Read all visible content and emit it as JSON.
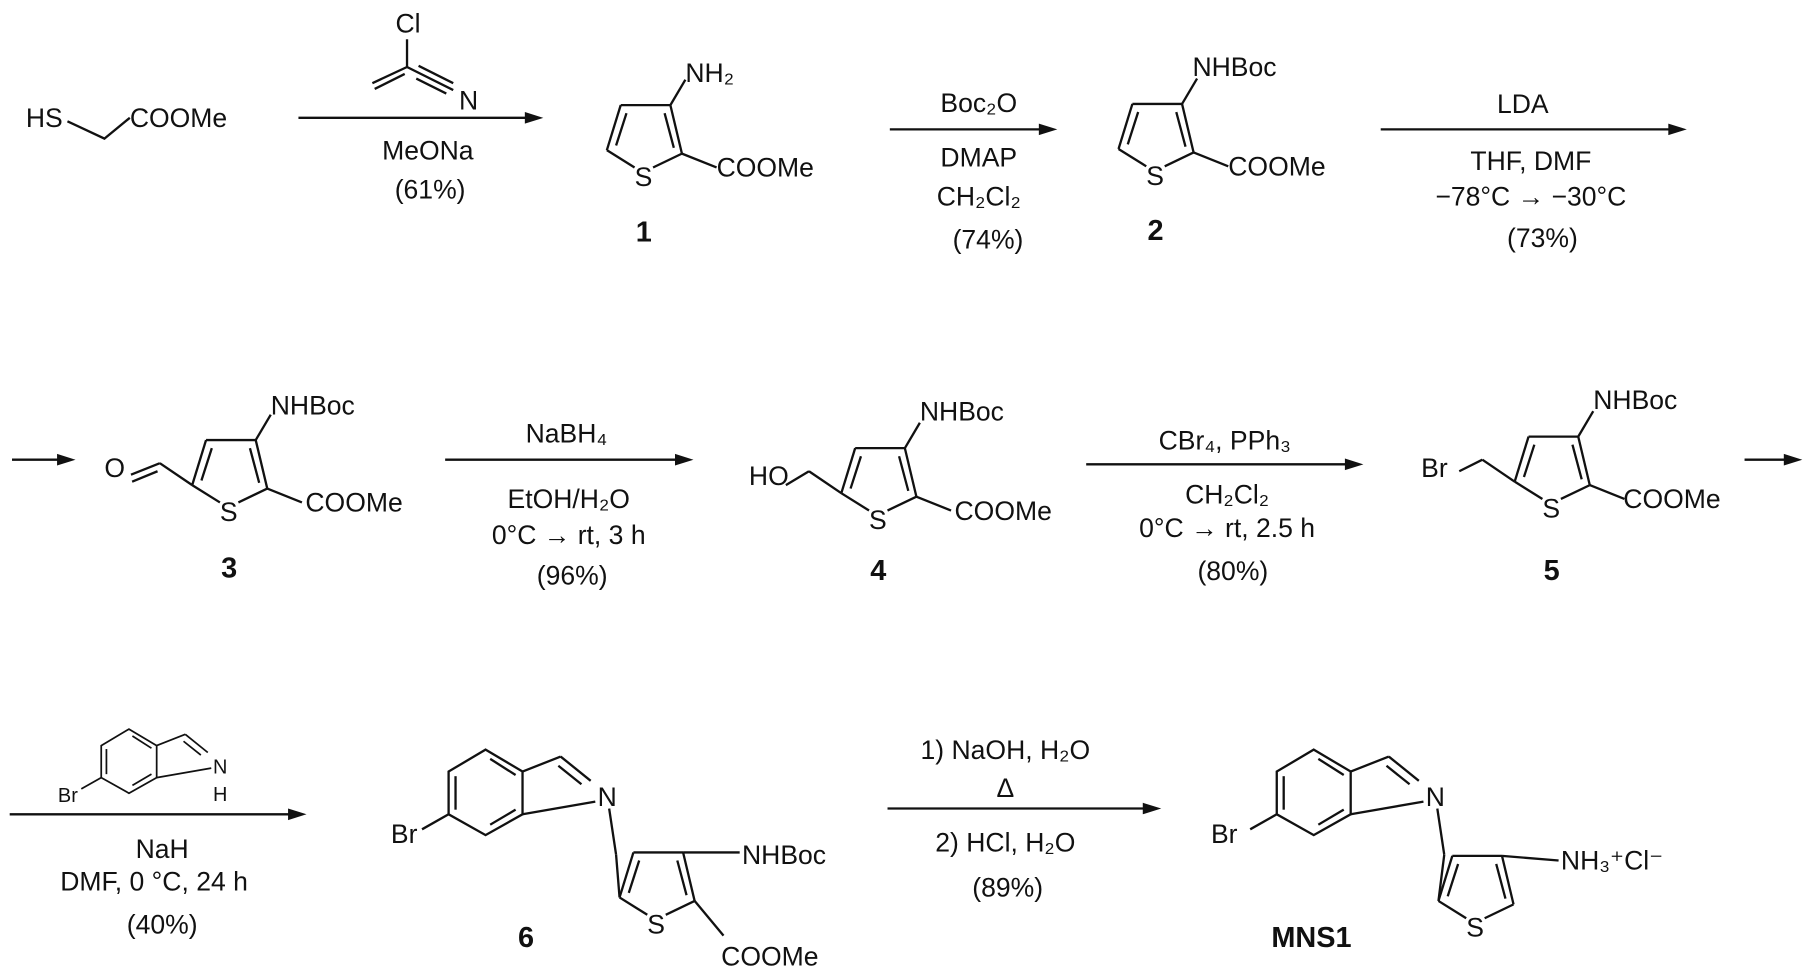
{
  "start_material": {
    "left": "HS",
    "right": "COOMe"
  },
  "reagent_acrylonitrile": {
    "cl": "Cl",
    "n": "N"
  },
  "steps": [
    {
      "above": [
        "MeONa"
      ],
      "below": [
        "(61%)"
      ]
    },
    {
      "above": [
        "Boc₂O"
      ],
      "below": [
        "DMAP",
        "CH₂Cl₂",
        "(74%)"
      ]
    },
    {
      "above": [
        "LDA"
      ],
      "below": [
        "THF, DMF",
        "−78°C → −30°C",
        "(73%)"
      ]
    },
    {
      "above": [
        "NaBH₄"
      ],
      "below": [
        "EtOH/H₂O",
        "0°C → rt, 3 h",
        "(96%)"
      ]
    },
    {
      "above": [
        "CBr₄, PPh₃"
      ],
      "below": [
        "CH₂Cl₂",
        "0°C → rt, 2.5 h",
        "(80%)"
      ]
    },
    {
      "above": [],
      "below": [
        "NaH",
        "DMF, 0 °C, 24 h",
        "(40%)"
      ]
    },
    {
      "above": [
        "1) NaOH, H₂O",
        "Δ"
      ],
      "below": [
        "2) HCl, H₂O",
        "(89%)"
      ]
    }
  ],
  "reagent_bromoindole": {
    "br": "Br",
    "n": "N",
    "h": "H"
  },
  "compounds": [
    {
      "label": "1",
      "groups": {
        "s": "S",
        "top": "NH₂",
        "right": "COOMe"
      }
    },
    {
      "label": "2",
      "groups": {
        "s": "S",
        "top": "NHBoc",
        "right": "COOMe"
      }
    },
    {
      "label": "3",
      "groups": {
        "s": "S",
        "top": "NHBoc",
        "right": "COOMe",
        "left": "O"
      }
    },
    {
      "label": "4",
      "groups": {
        "s": "S",
        "top": "NHBoc",
        "right": "COOMe",
        "left": "HO"
      }
    },
    {
      "label": "5",
      "groups": {
        "s": "S",
        "top": "NHBoc",
        "right": "COOMe",
        "left": "Br"
      }
    },
    {
      "label": "6",
      "groups": {
        "s": "S",
        "top": "NHBoc",
        "right": "COOMe",
        "br": "Br",
        "n": "N"
      }
    },
    {
      "label": "MNS1",
      "groups": {
        "s": "S",
        "top": "NH₃⁺Cl⁻",
        "br": "Br",
        "n": "N"
      }
    }
  ]
}
